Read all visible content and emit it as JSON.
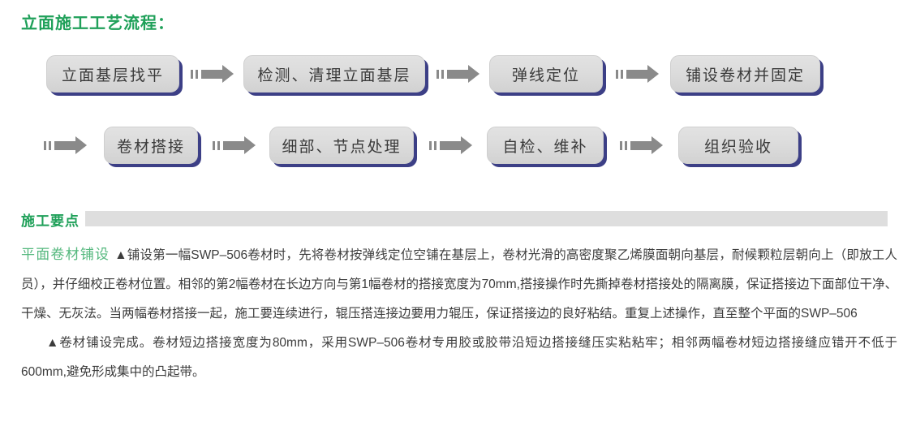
{
  "section": {
    "title": "立面施工工艺流程："
  },
  "flow": {
    "arrow_icon": "arrow-right-icon",
    "row1": [
      {
        "label": "立面基层找平"
      },
      {
        "label": "检测、清理立面基层"
      },
      {
        "label": "弹线定位"
      },
      {
        "label": "铺设卷材并固定"
      }
    ],
    "row2": [
      {
        "label": "卷材搭接"
      },
      {
        "label": "细部、节点处理"
      },
      {
        "label": "自检、维补"
      },
      {
        "label": "组织验收"
      }
    ]
  },
  "keypoints": {
    "heading": "施工要点",
    "lead_label": "平面卷材铺设",
    "paragraph1": "▲铺设第一幅SWP–506卷材时，先将卷材按弹线定位空铺在基层上，卷材光滑的高密度聚乙烯膜面朝向基层，耐候颗粒层朝向上（即放工人员），并仔细校正卷材位置。相邻的第2幅卷材在长边方向与第1幅卷材的搭接宽度为70mm,搭接操作时先撕掉卷材搭接处的隔离膜，保证搭接边下面部位干净、干燥、无灰法。当两幅卷材搭接一起，施工要连续进行，辊压搭连接边要用力辊压，保证搭接边的良好粘结。重复上述操作，直至整个平面的SWP–506",
    "paragraph2": "▲卷材铺设完成。卷材短边搭接宽度为80mm，采用SWP–506卷材专用胶或胶带沿短边搭接缝压实粘粘牢；相邻两幅卷材短边搭接缝应错开不低于600mm,避免形成集中的凸起带。"
  },
  "colors": {
    "green_heading": "#1fa059",
    "green_lead": "#55b87e",
    "box_face": "#dcdcdc",
    "box_shadow": "#3c3f86",
    "arrow": "#8a8a8a",
    "bar": "#dedede"
  }
}
